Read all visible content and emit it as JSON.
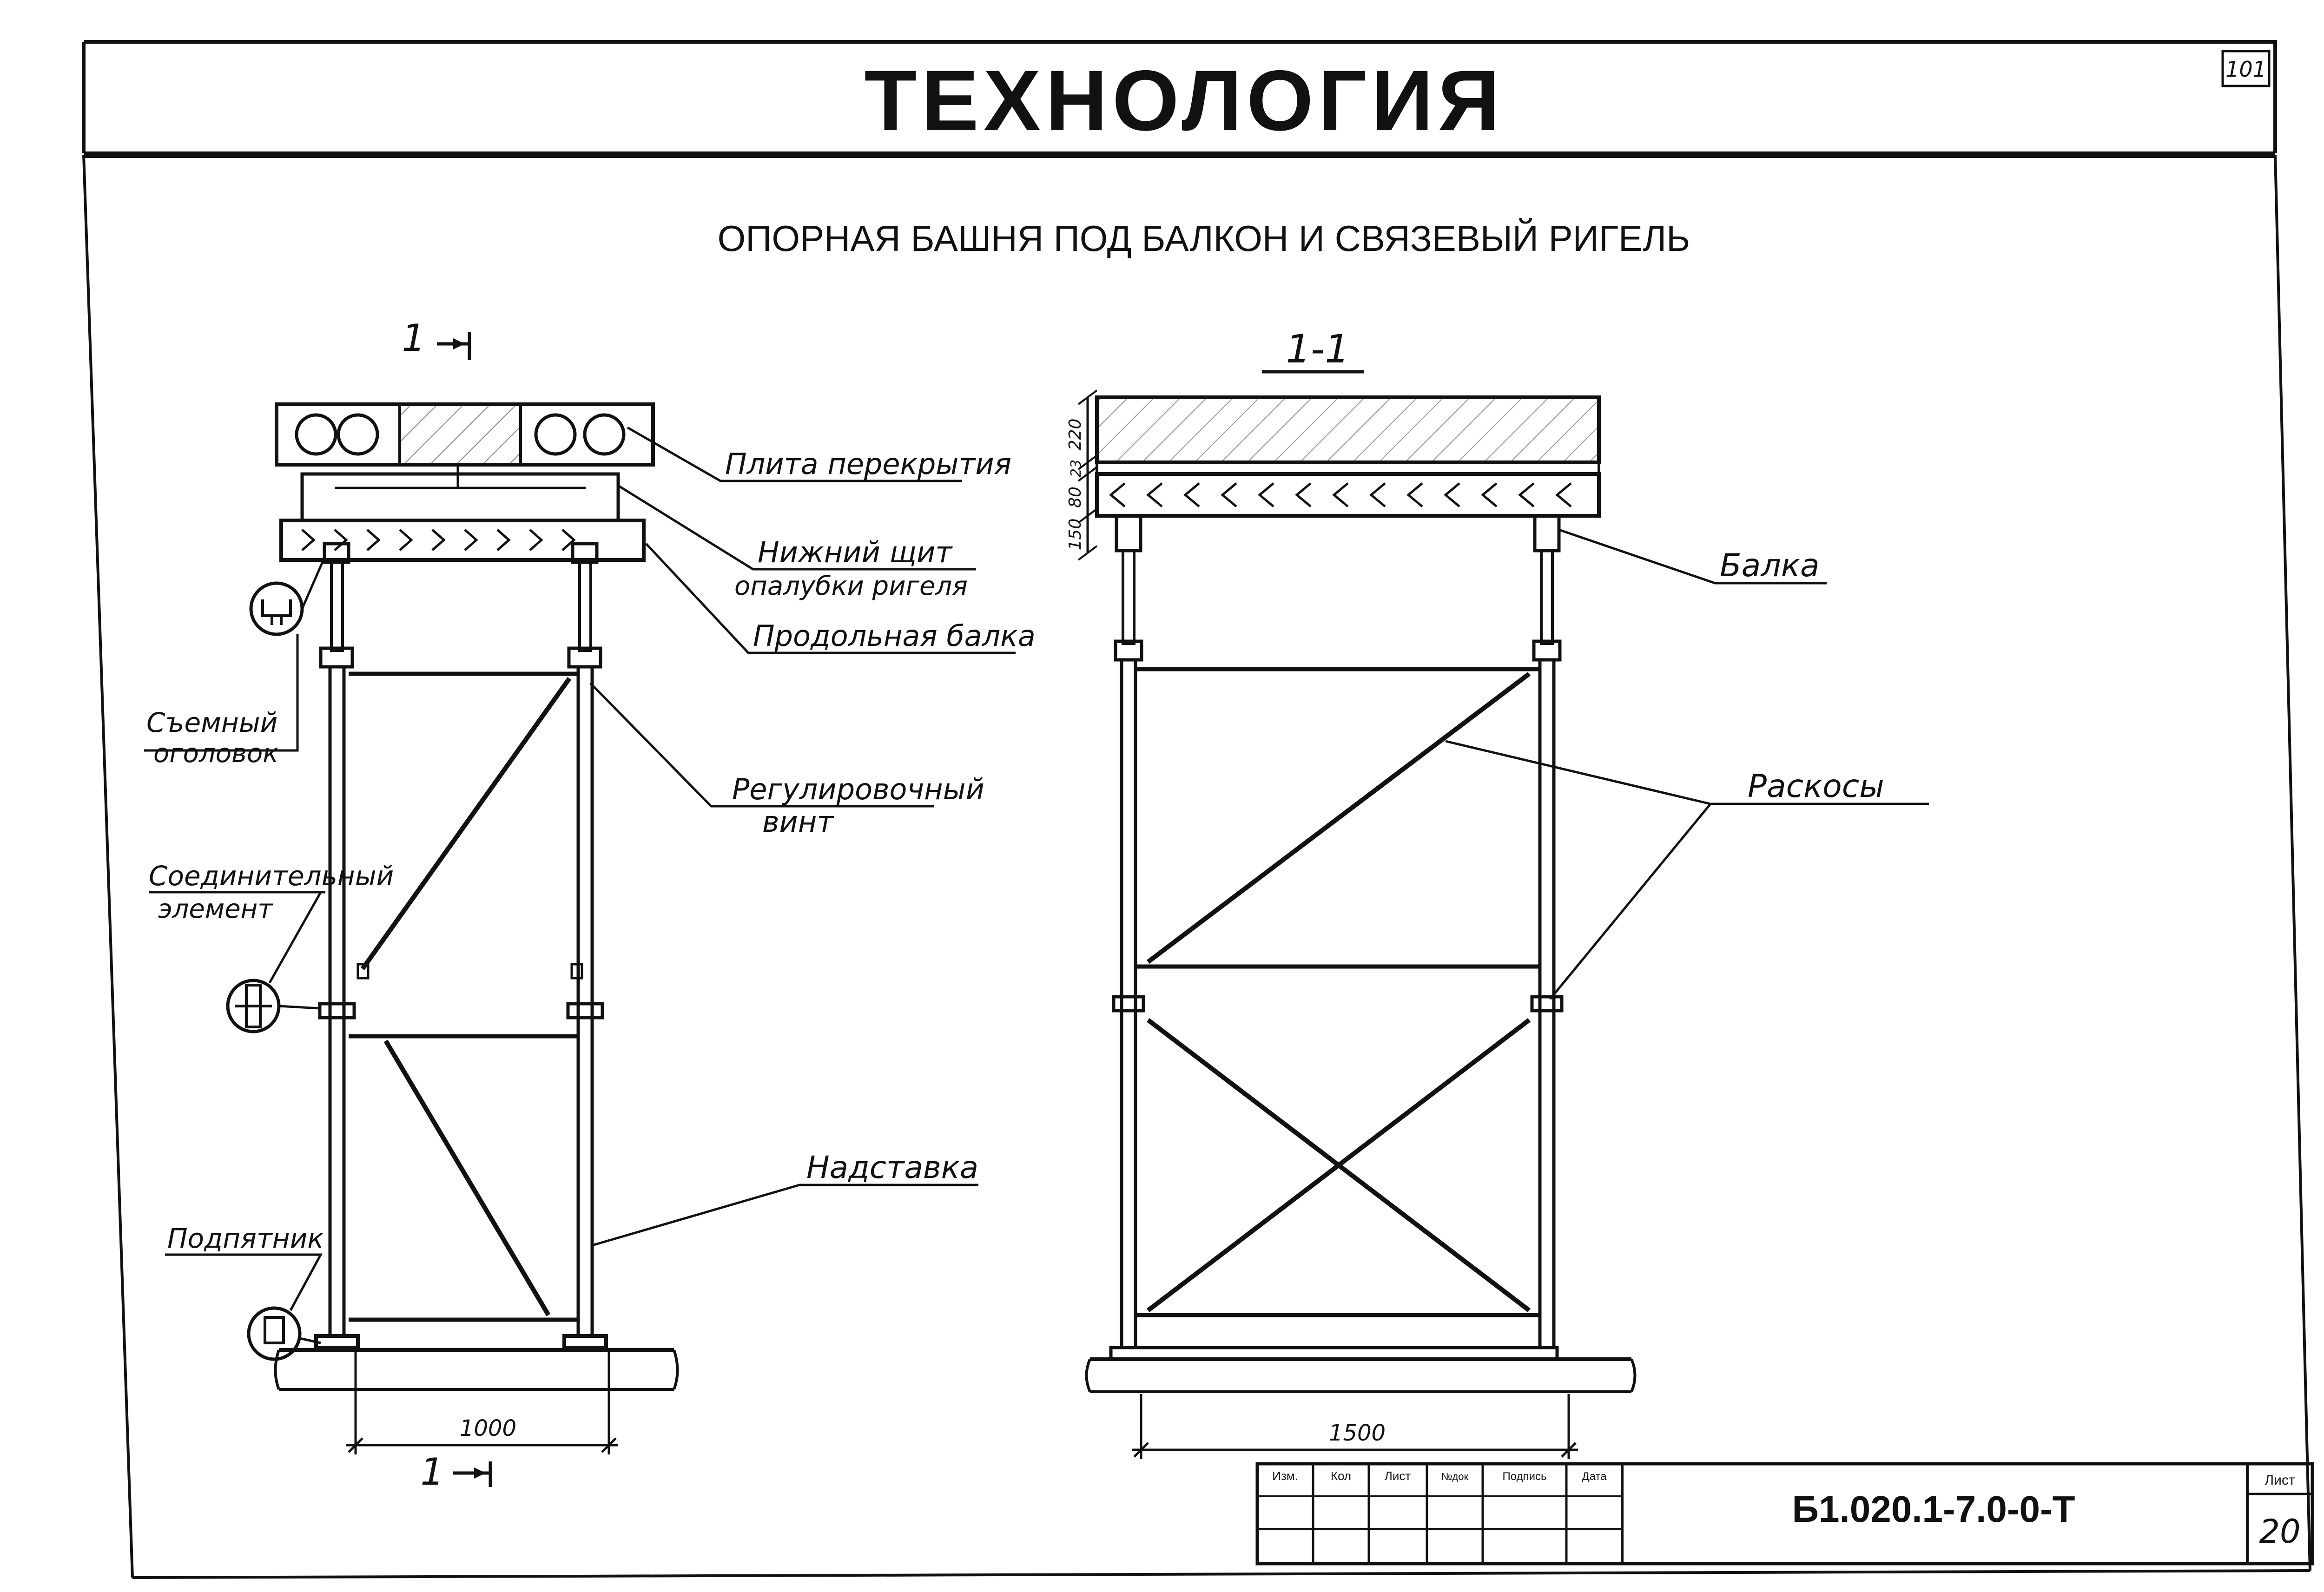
{
  "header": {
    "page_number": "101",
    "title": "ТЕХНОЛОГИЯ"
  },
  "drawing": {
    "subtitle": "ОПОРНАЯ БАШНЯ ПОД БАЛКОН И СВЯЗЕВЫЙ РИГЕЛЬ",
    "section_mark": "1",
    "section_title": "1-1",
    "labels": {
      "slab": "Плита перекрытия",
      "bottom_panel_1": "Нижний щит",
      "bottom_panel_2": "опалубки ригеля",
      "long_beam": "Продольная балка",
      "removable_head_1": "Съемный",
      "removable_head_2": "оголовок",
      "adjust_screw_1": "Регулировочный",
      "adjust_screw_2": "винт",
      "connector_1": "Соединительный",
      "connector_2": "элемент",
      "extension": "Надставка",
      "base_plate": "Подпятник",
      "beam": "Балка",
      "braces": "Раскосы"
    },
    "dimensions": {
      "left_width": "1000",
      "right_width": "1500",
      "layer_220": "220",
      "layer_23": "23",
      "layer_80": "80",
      "layer_150": "150"
    }
  },
  "title_block": {
    "columns": [
      "Изм.",
      "Кол",
      "Лист",
      "№док",
      "Подпись",
      "Дата"
    ],
    "code": "Б1.020.1-7.0-0-Т",
    "sheet_label": "Лист",
    "sheet_number": "20"
  }
}
